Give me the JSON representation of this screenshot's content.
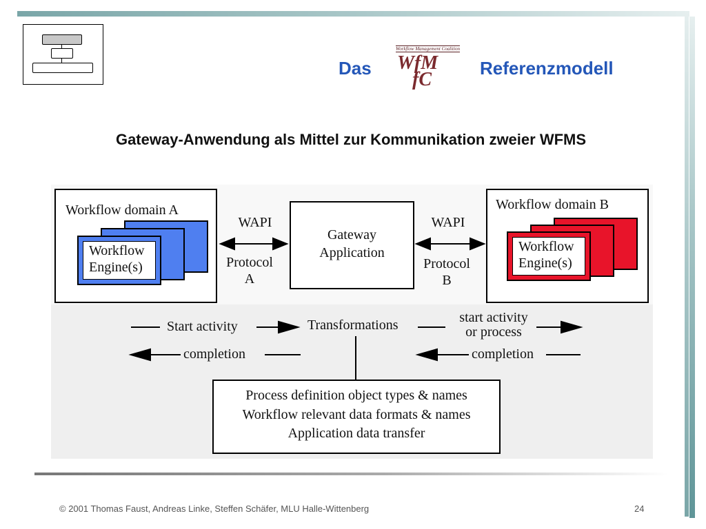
{
  "slide": {
    "title_left": "Das",
    "title_right": "Referenzmodell",
    "logo": {
      "coalition_text": "Workflow Management Coalition",
      "line1": "WfM",
      "line2": "fC"
    },
    "subtitle": "Gateway-Anwendung als Mittel zur Kommunikation zweier WFMS",
    "footer": "© 2001 Thomas Faust, Andreas Linke, Steffen Schäfer, MLU Halle-Wittenberg",
    "page_number": "24"
  },
  "diagram": {
    "domain_a": {
      "title": "Workflow domain A",
      "engine_line1": "Workflow",
      "engine_line2": "Engine(s)",
      "color": "#4f7ff0"
    },
    "domain_b": {
      "title": "Workflow domain B",
      "engine_line1": "Workflow",
      "engine_line2": "Engine(s)",
      "color": "#e8142a"
    },
    "left_link": {
      "api": "WAPI",
      "protocol_line1": "Protocol",
      "protocol_line2": "A"
    },
    "right_link": {
      "api": "WAPI",
      "protocol_line1": "Protocol",
      "protocol_line2": "B"
    },
    "gateway": {
      "line1": "Gateway",
      "line2": "Application"
    },
    "flow": {
      "start_activity": "Start activity",
      "transformations": "Transformations",
      "start_activity_or_process_line1": "start activity",
      "start_activity_or_process_line2": "or process",
      "completion_left": "completion",
      "completion_right": "completion"
    },
    "details": [
      "Process definition object types & names",
      "Workflow relevant data formats & names",
      "Application data transfer"
    ]
  }
}
